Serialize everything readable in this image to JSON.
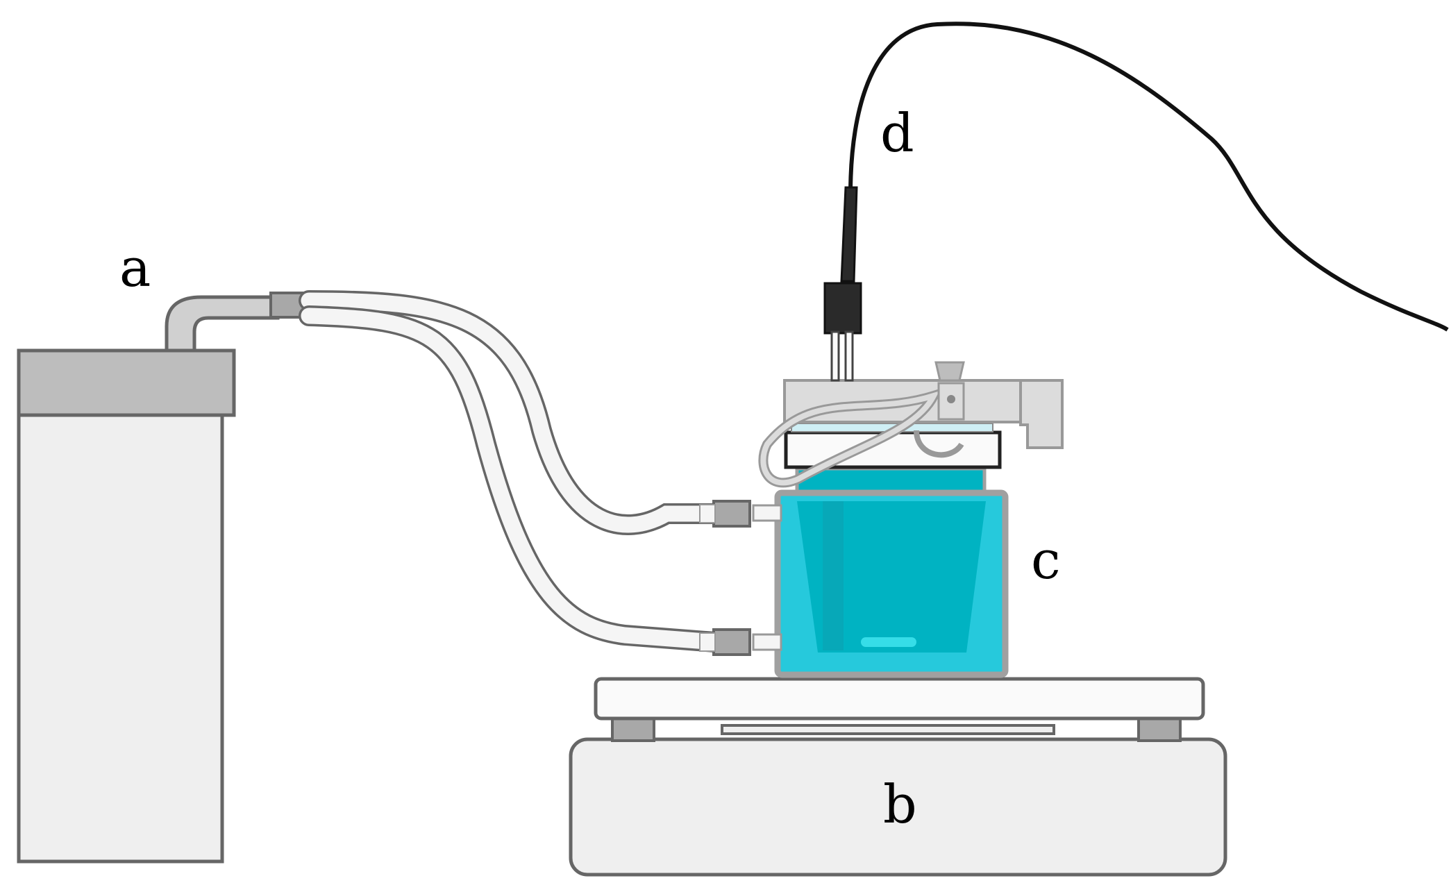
{
  "labels": {
    "a": "a",
    "b": "b",
    "c": "c",
    "d": "d"
  },
  "colors": {
    "outline": "#666666",
    "unit_fill": "#efefef",
    "unit_cap": "#bdbdbd",
    "tube": "#f5f5f5",
    "connector": "#a8a8a8",
    "water_light": "#26c9dc",
    "water_dark": "#00b3c2",
    "lid": "#dcdcdc",
    "probe": "#2a2a2a",
    "cable": "#111111"
  }
}
